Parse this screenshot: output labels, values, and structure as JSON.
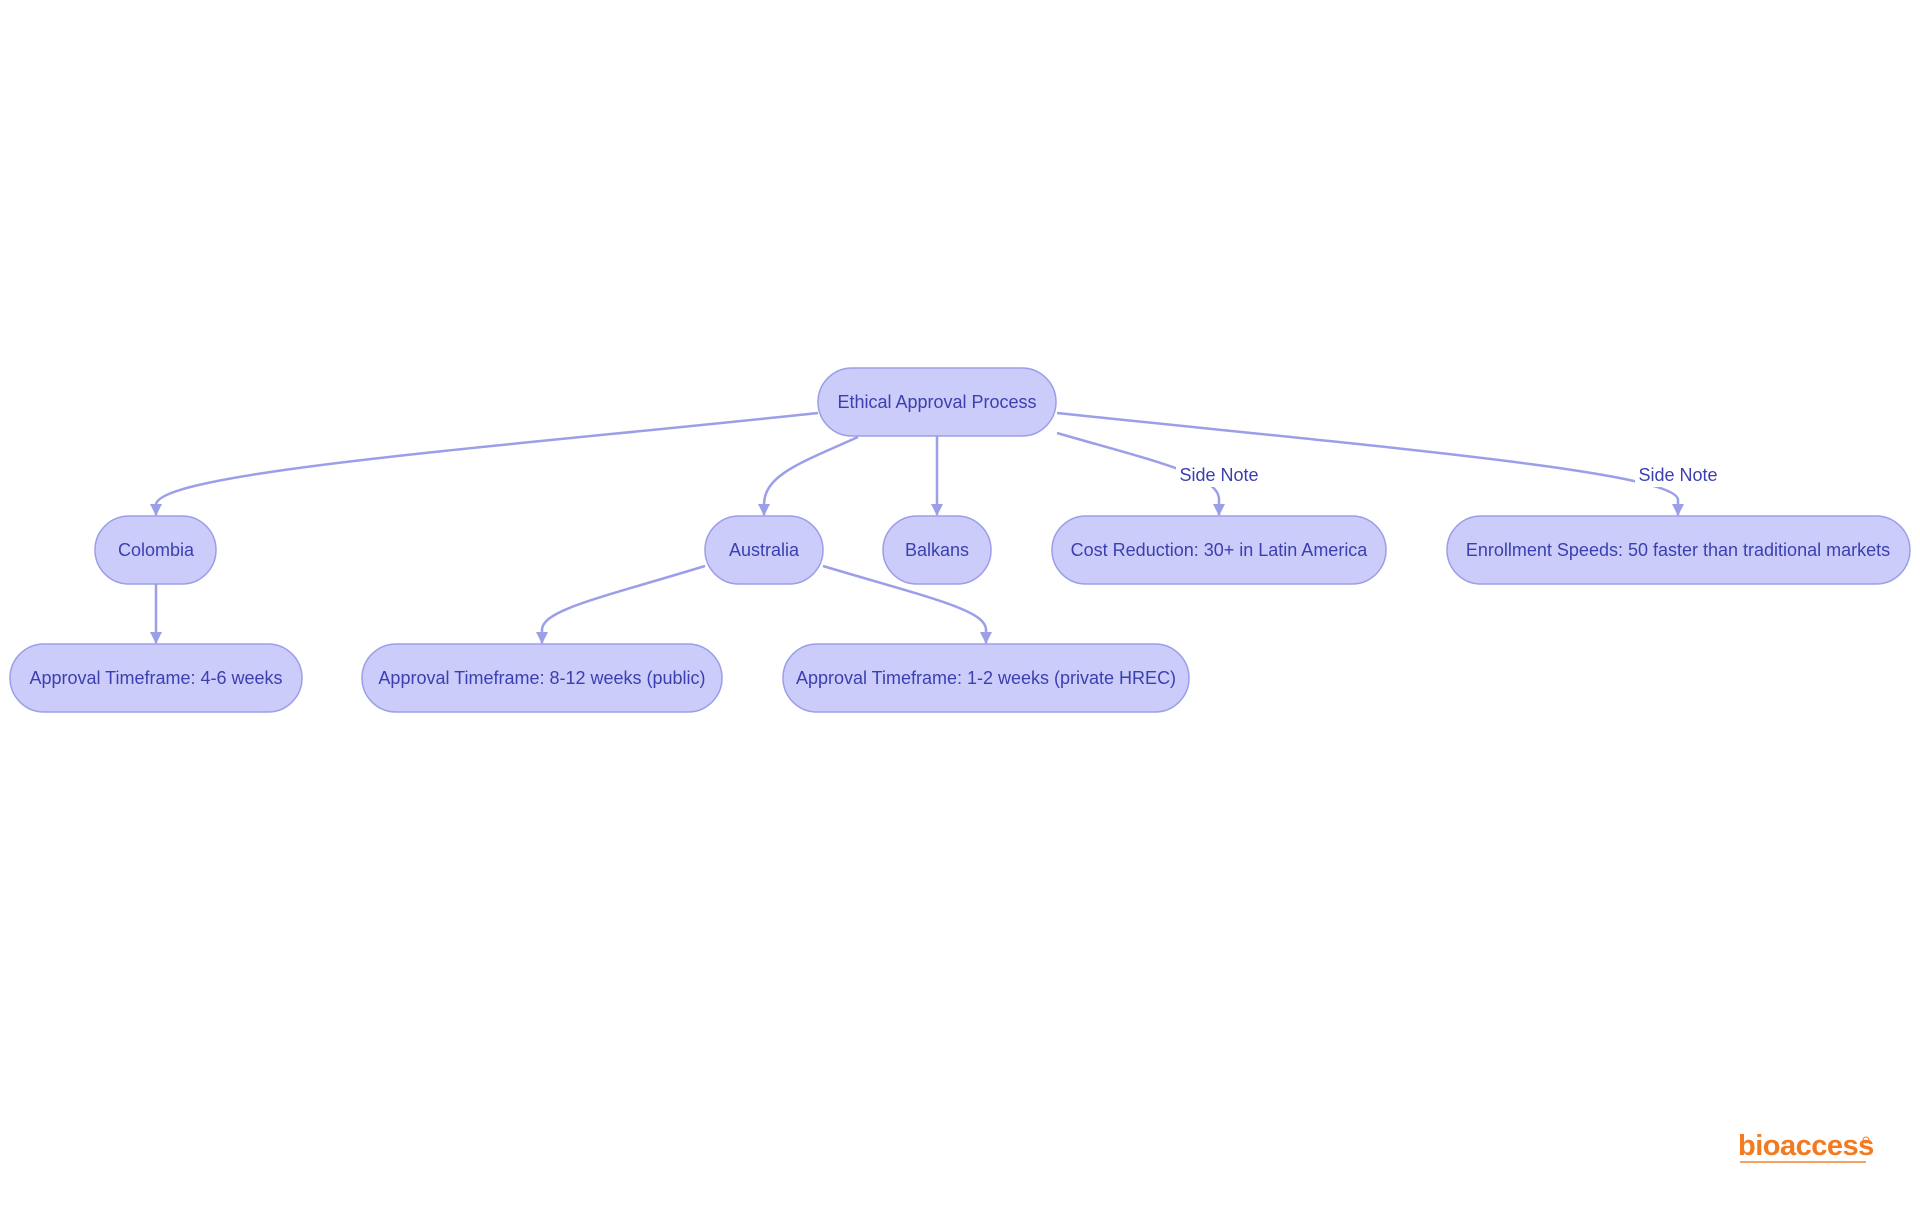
{
  "diagram": {
    "type": "flowchart-tree",
    "colors": {
      "node_fill": "#cbccfa",
      "node_stroke": "#9c9ee8",
      "text": "#3b3fb0",
      "edge": "#9c9ee8"
    },
    "nodes": {
      "root": "Ethical Approval Process",
      "colombia": "Colombia",
      "australia": "Australia",
      "balkans": "Balkans",
      "cost": "Cost Reduction: 30+ in Latin America",
      "enroll": "Enrollment Speeds: 50 faster than traditional markets",
      "colombia_time": "Approval Timeframe: 4-6 weeks",
      "australia_public": "Approval Timeframe: 8-12 weeks (public)",
      "australia_private": "Approval Timeframe: 1-2 weeks (private HREC)"
    },
    "edges": [
      {
        "from": "root",
        "to": "colombia",
        "label": ""
      },
      {
        "from": "root",
        "to": "australia",
        "label": ""
      },
      {
        "from": "root",
        "to": "balkans",
        "label": ""
      },
      {
        "from": "root",
        "to": "cost",
        "label": "Side Note"
      },
      {
        "from": "root",
        "to": "enroll",
        "label": "Side Note"
      },
      {
        "from": "colombia",
        "to": "colombia_time",
        "label": ""
      },
      {
        "from": "australia",
        "to": "australia_public",
        "label": ""
      },
      {
        "from": "australia",
        "to": "australia_private",
        "label": ""
      }
    ],
    "edge_labels": {
      "cost": "Side Note",
      "enroll": "Side Note"
    }
  },
  "logo": {
    "text": "bioaccess",
    "brand_color": "#f47a20"
  }
}
